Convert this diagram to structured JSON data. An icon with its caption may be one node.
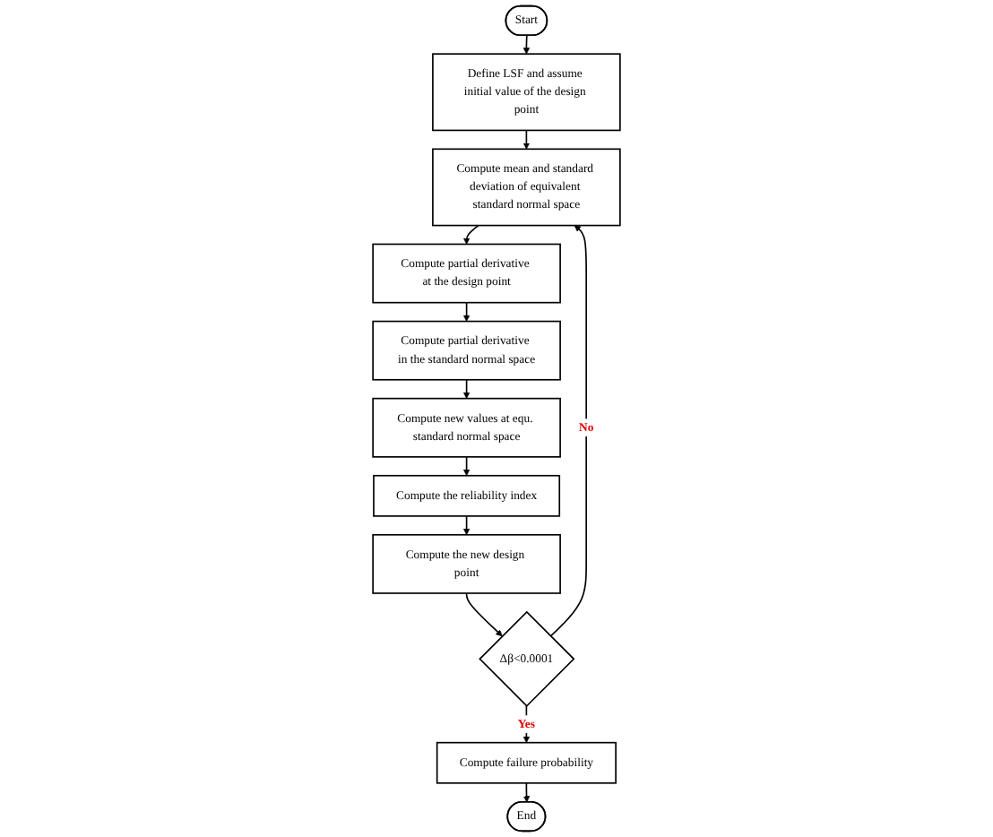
{
  "diagram": {
    "nodes": [
      {
        "text": [
          "Start"
        ]
      },
      {
        "text": [
          "Define LSF and assume initial value of the design point"
        ]
      },
      {
        "text": [
          "Compute mean and standard deviation of equivalent standard normal space"
        ]
      },
      {
        "text": [
          "Compute partial derivative at the design point"
        ]
      },
      {
        "text": [
          "Compute partial derivative in the standard normal space"
        ]
      },
      {
        "text": [
          "Compute new values at equ. standard normal space"
        ]
      },
      {
        "text": [
          "Compute the reliability index"
        ]
      },
      {
        "text": [
          "Compute the new design point"
        ]
      },
      {
        "text": [
          "Δβ<0.0001"
        ]
      },
      {
        "text": [
          "Compute failure probability"
        ]
      },
      {
        "text": [
          "End"
        ]
      }
    ],
    "edges": [
      {
        "from": 0,
        "to": 1,
        "arrow": "to"
      },
      {
        "from": 1,
        "to": 2,
        "arrow": "to"
      },
      {
        "from": 2,
        "to": 3,
        "arrow": "to"
      },
      {
        "from": 3,
        "to": 4,
        "arrow": "to"
      },
      {
        "from": 4,
        "to": 5,
        "arrow": "to"
      },
      {
        "from": 5,
        "to": 6,
        "arrow": "to"
      },
      {
        "from": 6,
        "to": 7,
        "arrow": "to"
      },
      {
        "from": 7,
        "to": 8,
        "arrow": "to"
      },
      {
        "from": 8,
        "to": 9,
        "arrow": "to",
        "label": "Yes"
      },
      {
        "from": 9,
        "to": 10,
        "arrow": "to"
      },
      {
        "from": 8,
        "to": 2,
        "arrow": "to",
        "label": "No"
      }
    ]
  }
}
